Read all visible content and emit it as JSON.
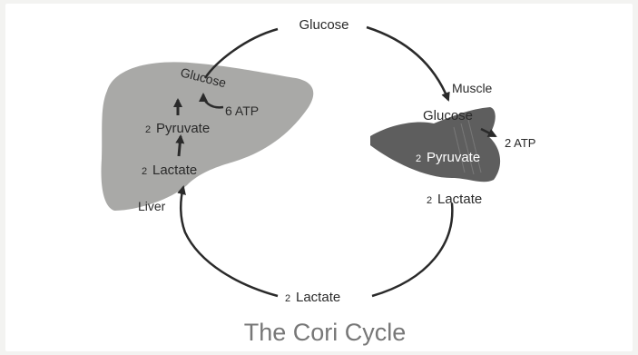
{
  "diagram": {
    "title": "The Cori Cycle",
    "top_label": "Glucose",
    "bottom_label_coef": "2",
    "bottom_label": "Lactate",
    "liver": {
      "name": "Liver",
      "glucose": "Glucose",
      "atp": "6 ATP",
      "pyruvate_coef": "2",
      "pyruvate": "Pyruvate",
      "lactate_coef": "2",
      "lactate": "Lactate"
    },
    "muscle": {
      "name": "Muscle",
      "glucose": "Glucose",
      "atp": "2 ATP",
      "pyruvate_coef": "2",
      "pyruvate": "Pyruvate",
      "lactate_coef": "2",
      "lactate": "Lactate"
    },
    "colors": {
      "liver_fill": "#a9a9a7",
      "muscle_fill": "#5e5e5e",
      "arrow": "#2a2a2a",
      "title": "#777777"
    }
  }
}
